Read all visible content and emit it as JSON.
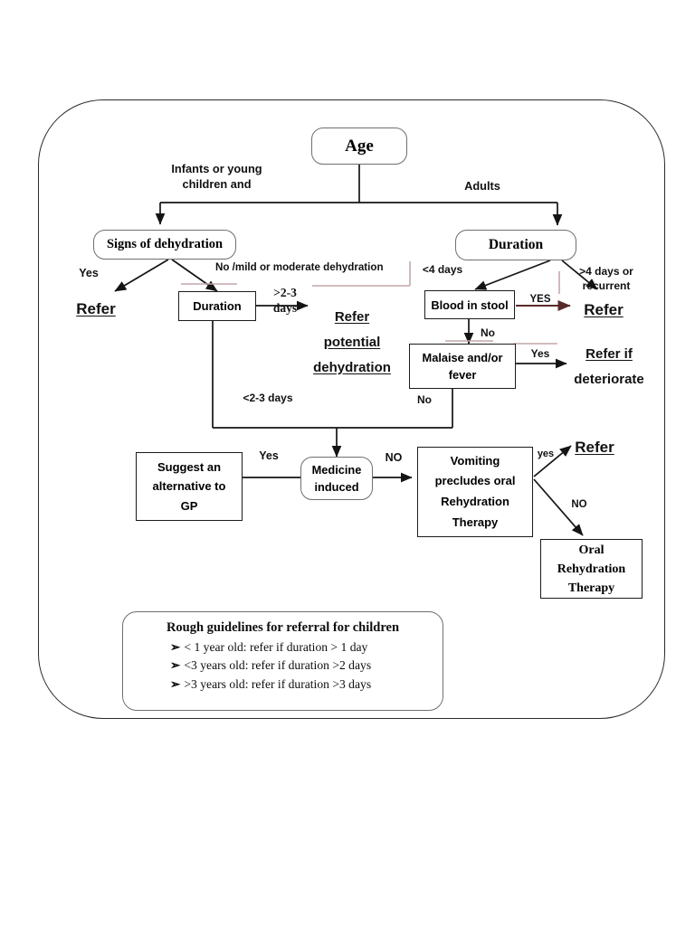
{
  "diagram": {
    "title": "Diarrhoea referral decision flowchart",
    "colors": {
      "ink": "#111111",
      "box_border_rounded": "#6f6f6f",
      "box_border_rect": "#1b1b1b",
      "artifact_line": "#c0a0a4",
      "yes_arrow": "#5a2a2a"
    }
  },
  "nodes": {
    "age": "Age",
    "signs_of_dehydration": "Signs of dehydration",
    "duration_left": "Duration",
    "duration_right": "Duration",
    "blood_in_stool": "Blood in stool",
    "malaise_fever": "Malaise and/or\nfever",
    "suggest_alternative": "Suggest an\nalternative to\nGP",
    "medicine_induced": "Medicine\ninduced",
    "vomiting_precludes": "Vomiting\nprecludes oral\nRehydration\nTherapy",
    "oral_rehydration_therapy": "Oral\nRehydration\nTherapy"
  },
  "edge_labels": {
    "infants": "Infants or young\nchildren and",
    "adults": "Adults",
    "yes_left": "Yes",
    "no_mild_moderate": "No /mild or moderate dehydration",
    "gt_2_3_days": ">2-3\ndays",
    "lt_2_3_days": "<2-3 days",
    "lt_4_days": "<4 days",
    "gt_4_days_recurrent": ">4 days or\nrecurrent",
    "yes_blood": "YES",
    "no_blood": "No",
    "yes_malaise": "Yes",
    "no_malaise": "No",
    "yes_medicine": "Yes",
    "no_medicine": "NO",
    "yes_vomiting": "yes",
    "no_vomiting": "NO"
  },
  "outcomes": {
    "refer_left": "Refer",
    "refer_potential_dehydration": "Refer\npotential\ndehydration",
    "refer_right": "Refer",
    "refer_if_deteriorate_line1": "Refer if",
    "refer_if_deteriorate_line2": "deteriorate",
    "refer_vomiting": "Refer"
  },
  "guidelines": {
    "heading": "Rough guidelines for referral for children",
    "bullet_glyph": "➢",
    "items": [
      "< 1 year old: refer if duration > 1 day",
      "<3 years old: refer if duration >2 days",
      ">3 years old: refer if duration >3 days"
    ]
  }
}
